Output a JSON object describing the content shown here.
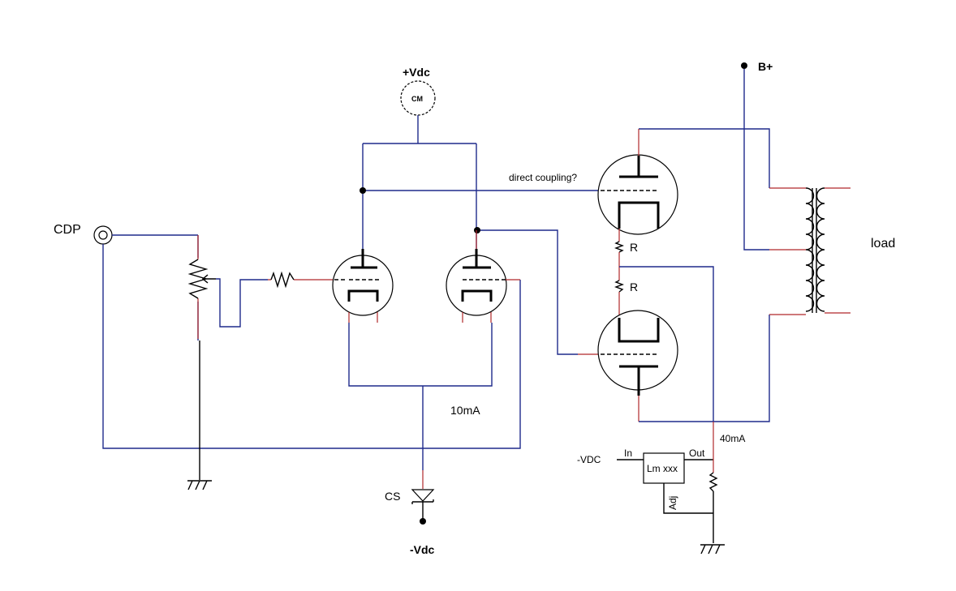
{
  "labels": {
    "plus_vdc": "+Vdc",
    "cm": "CM",
    "b_plus": "B+",
    "cdp": "CDP",
    "direct_coupling": "direct coupling?",
    "r_upper": "R",
    "r_lower": "R",
    "load": "load",
    "current_10ma": "10mA",
    "current_40ma": "40mA",
    "cs": "CS",
    "minus_vdc": "-Vdc",
    "regulator_in_voltage": "-VDC",
    "regulator_in": "In",
    "regulator_out": "Out",
    "regulator_name": "Lm xxx",
    "regulator_adj": "Adj"
  },
  "colors": {
    "wire": "#1f2a8c",
    "lead": "#b0282a",
    "component": "#000000"
  }
}
